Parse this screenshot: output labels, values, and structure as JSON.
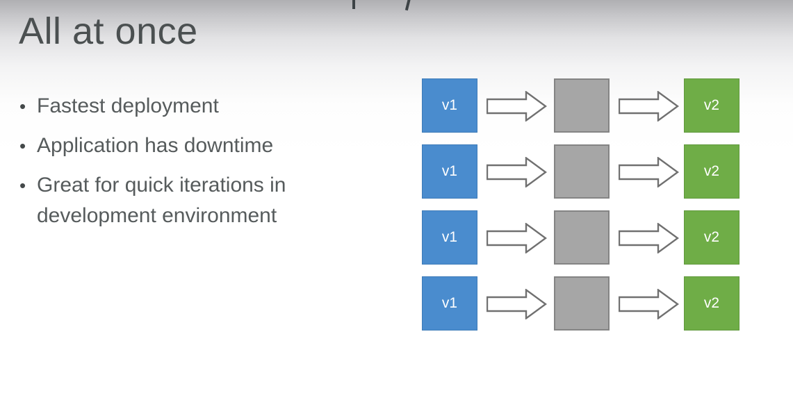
{
  "slide": {
    "title": "All at once",
    "bullet_glyph": "•",
    "bullets": [
      "Fastest deployment",
      "Application has downtime",
      "Great for quick iterations in development environment"
    ]
  },
  "diagram": {
    "type": "flow",
    "rows": [
      {
        "from": "v1",
        "to": "v2"
      },
      {
        "from": "v1",
        "to": "v2"
      },
      {
        "from": "v1",
        "to": "v2"
      },
      {
        "from": "v1",
        "to": "v2"
      }
    ],
    "colors": {
      "v1_box": "#4a8cce",
      "downtime_box": "#a6a6a6",
      "v2_box": "#6fad47",
      "arrow_fill": "#ffffff",
      "arrow_outline": "#707070",
      "title_text": "#4b5051",
      "bullet_text": "#565b5c"
    }
  }
}
